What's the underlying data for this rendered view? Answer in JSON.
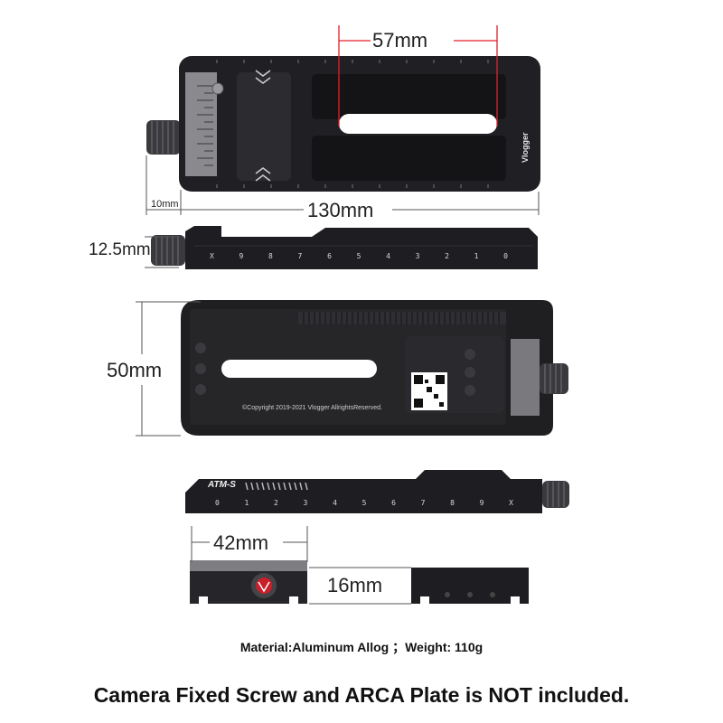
{
  "dimensions": {
    "slot_length": "57mm",
    "total_length": "130mm",
    "knob_offset": "10mm",
    "height": "12.5mm",
    "width": "50mm",
    "clamp_width": "42mm",
    "clamp_height": "16mm"
  },
  "scale_top": [
    "X",
    "9",
    "8",
    "7",
    "6",
    "5",
    "4",
    "3",
    "2",
    "1",
    "0"
  ],
  "scale_bottom": [
    "0",
    "1",
    "2",
    "3",
    "4",
    "5",
    "6",
    "7",
    "8",
    "9",
    "X"
  ],
  "brand": "Vlogger",
  "model": "ATM-S",
  "copyright": "©Copyright 2019-2021 Vlogger AllrightsReserved.",
  "spec_line": "Material:Aluminum Allog ；Weight: 110g",
  "notice": "Camera Fixed Screw and ARCA Plate is NOT included.",
  "colors": {
    "dimension_line_red": "#e0202a",
    "body_dark": "#1f1f22",
    "accent_red": "#c8202a"
  }
}
